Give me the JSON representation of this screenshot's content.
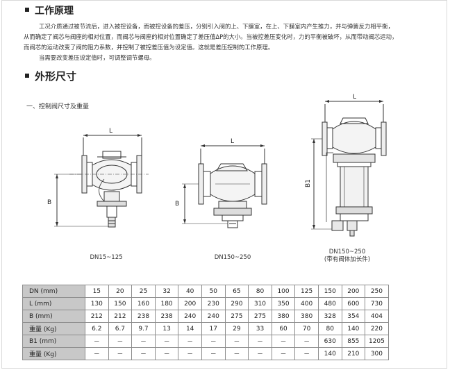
{
  "section1": {
    "title": "工作原理"
  },
  "paragraphs": {
    "p1": "工况介质通过被节流后，进入被控设备，而被控设备的差压，分别引入阀的上、下膜室，在上、下膜室内产生推力，并与弹簧反力相平衡，",
    "p2": "从而确定了阀芯与阀座的相对位置，而阀芯与阀座的相对位置确定了差压值ΔP的大小。当被控差压变化时，力的平衡被破坏，从而带动阀芯运动，",
    "p3": "而阀芯的运动改变了阀的阻力系数，并控制了被控差压值为设定值。这就是差压控制的工作原理。",
    "p4": "当需要改变差压设定值时，可调整调节螺母。"
  },
  "section2": {
    "title": "外形尺寸"
  },
  "subheading": "一、控制阀尺寸及重量",
  "drawing_labels": {
    "L": "L",
    "B": "B",
    "B1": "B1"
  },
  "captions": {
    "fig1": "DN15~125",
    "fig2": "DN150~250",
    "fig3_line1": "DN150~250",
    "fig3_line2": "(带有阀体加长件)"
  },
  "table": {
    "rows": [
      {
        "label": "DN   (mm)",
        "values": [
          "15",
          "20",
          "25",
          "32",
          "40",
          "50",
          "65",
          "80",
          "100",
          "125",
          "150",
          "200",
          "250"
        ]
      },
      {
        "label": "L     (mm)",
        "values": [
          "130",
          "150",
          "160",
          "180",
          "200",
          "230",
          "290",
          "310",
          "350",
          "400",
          "480",
          "600",
          "730"
        ]
      },
      {
        "label": "B     (mm)",
        "values": [
          "212",
          "212",
          "238",
          "238",
          "240",
          "240",
          "275",
          "275",
          "380",
          "380",
          "328",
          "354",
          "404"
        ]
      },
      {
        "label": "重量 (Kg)",
        "values": [
          "6.2",
          "6.7",
          "9.7",
          "13",
          "14",
          "17",
          "29",
          "33",
          "60",
          "70",
          "80",
          "140",
          "220"
        ]
      },
      {
        "label": "B1    (mm)",
        "values": [
          "－",
          "－",
          "－",
          "－",
          "－",
          "－",
          "－",
          "－",
          "－",
          "－",
          "630",
          "855",
          "1205"
        ]
      },
      {
        "label": "重量 (Kg)",
        "values": [
          "－",
          "－",
          "－",
          "－",
          "－",
          "－",
          "－",
          "－",
          "－",
          "－",
          "140",
          "210",
          "300"
        ]
      }
    ]
  }
}
